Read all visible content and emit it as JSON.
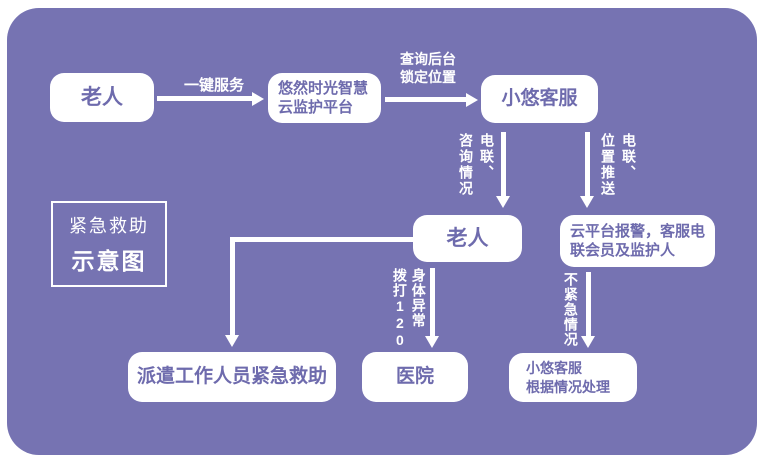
{
  "diagram": {
    "title": {
      "line1": "紧急救助",
      "line2": "示意图"
    },
    "colors": {
      "panel": "#7673b2",
      "node_fill": "#ffffff",
      "node_text": "#6e6bad",
      "label_text": "#ffffff"
    },
    "nodes": {
      "elder1": "老人",
      "platform": "悠然时光智慧\n云监护平台",
      "service": "小悠客服",
      "elder2": "老人",
      "alarm": "云平台报警，客服电\n联会员及监护人",
      "dispatch": "派遣工作人员紧急救助",
      "hospital": "医院",
      "handle": "小悠客服\n根据情况处理"
    },
    "edges": {
      "one_key_service": "一键服务",
      "query_backend": "查询后台\n锁定位置",
      "call_inquire": "电联、\n咨询情况",
      "call_push": "电联、\n位置推送",
      "body_abnormal_dial_120": "身体异常\n拨打120",
      "not_urgent": "不紧急情况"
    }
  }
}
